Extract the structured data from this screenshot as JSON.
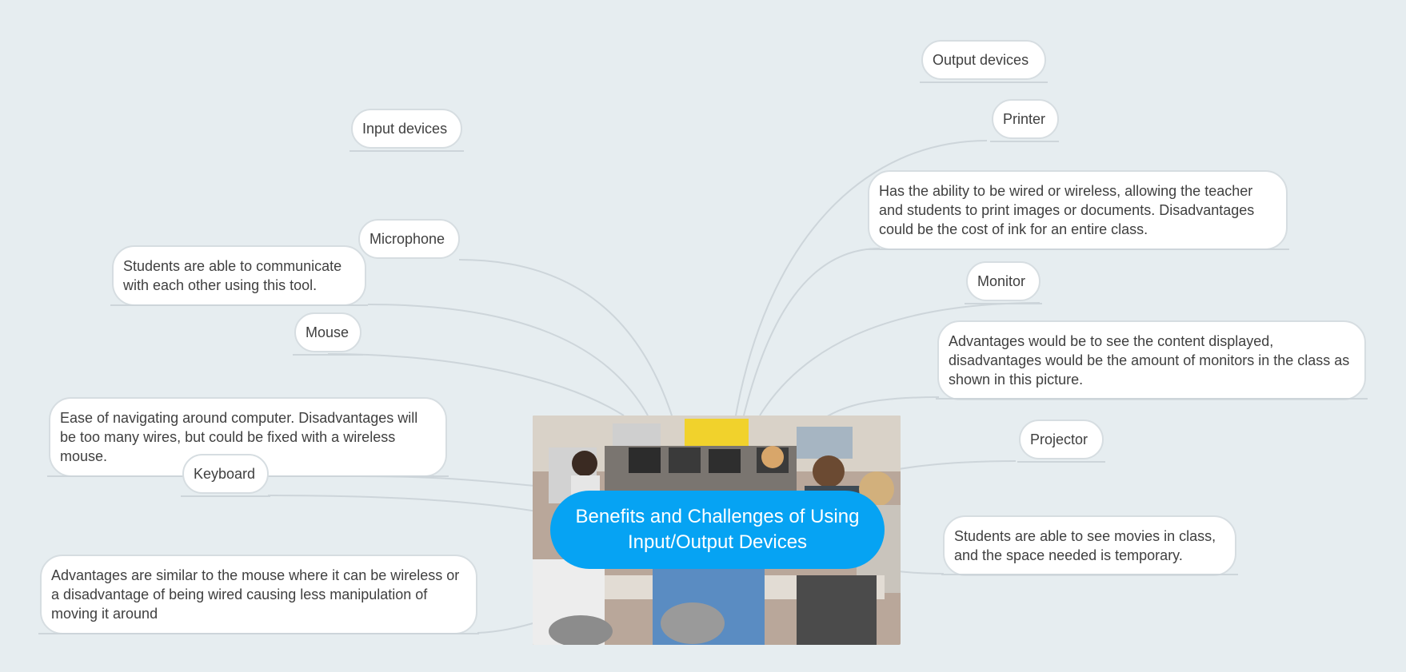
{
  "central_topic": {
    "title": "Benefits and Challenges of Using Input/Output Devices",
    "image": "classroom-computer-lab-photo"
  },
  "colors": {
    "background": "#e6edf0",
    "central_fill": "#06a3f3",
    "node_border": "#d6dde1",
    "connector": "#cdd5da",
    "text": "#3f3f3f"
  },
  "left_branch": {
    "heading": "Input devices",
    "microphone": {
      "label": "Microphone",
      "note": "Students are able to communicate with each other using this tool."
    },
    "mouse": {
      "label": "Mouse",
      "note": "Ease of navigating around computer. Disadvantages will be too many wires, but could be fixed with a wireless mouse."
    },
    "keyboard": {
      "label": "Keyboard",
      "note": "Advantages are similar to the mouse where it can be wireless or a disadvantage of being wired causing less manipulation of moving it around"
    }
  },
  "right_branch": {
    "heading": "Output devices",
    "printer": {
      "label": "Printer",
      "note": "Has the ability to be wired or wireless, allowing the teacher and students to print images or documents. Disadvantages could be the cost of ink for an entire class."
    },
    "monitor": {
      "label": "Monitor",
      "note": "Advantages would be to see the content displayed, disadvantages would be the amount of monitors in the class as shown in this picture."
    },
    "projector": {
      "label": "Projector",
      "note": "Students are able to see movies in class, and the space needed is temporary."
    }
  }
}
